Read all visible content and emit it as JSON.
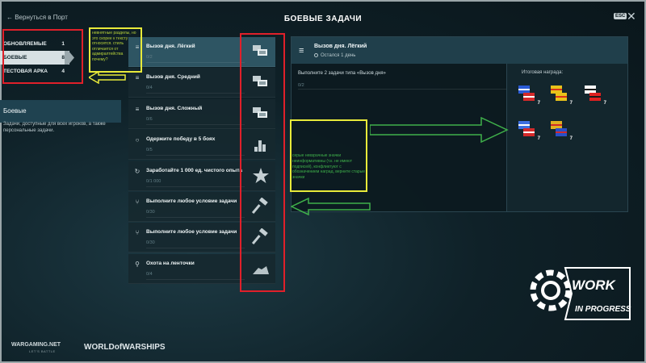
{
  "header": {
    "back_label": "← Вернуться в Порт",
    "title": "БОЕВЫЕ ЗАДАЧИ",
    "esc_label": "ESC",
    "close_icon": "close-icon"
  },
  "categories": [
    {
      "label": "ОБНОВЛЯЕМЫЕ",
      "count": "1",
      "active": false
    },
    {
      "label": "БОЕВЫЕ",
      "count": "8",
      "active": true
    },
    {
      "label": "ТЕСТОВАЯ АРКА",
      "count": "4",
      "active": false
    }
  ],
  "category_panel": {
    "title": "Боевые",
    "description": "Задачи, доступные для всех игроков, а также персональные задачи."
  },
  "tasks": [
    {
      "name": "Вызов дня. Лёгкий",
      "progress": "0/2",
      "icon": "menu-icon",
      "glyph": "≡",
      "reward": "flags-icon",
      "active": true
    },
    {
      "name": "Вызов дня. Средний",
      "progress": "0/4",
      "icon": "menu-icon",
      "glyph": "≡",
      "reward": "flags-icon",
      "active": false
    },
    {
      "name": "Вызов дня. Сложный",
      "progress": "0/6",
      "icon": "menu-icon",
      "glyph": "≡",
      "reward": "flags-icon",
      "active": false
    },
    {
      "name": "Одержите победу в 5 боях",
      "progress": "0/5",
      "icon": "circle-icon",
      "glyph": "○",
      "reward": "bars-icon",
      "active": false
    },
    {
      "name": "Заработайте 1 000 ед. чистого опыта",
      "progress": "0/1 000",
      "icon": "refresh-icon",
      "glyph": "↻",
      "reward": "star-icon",
      "active": false
    },
    {
      "name": "Выполните любое условие задачи",
      "progress": "0/30",
      "icon": "fork-icon",
      "glyph": "⑂",
      "reward": "hammer-icon",
      "active": false
    },
    {
      "name": "Выполните любое условие задачи",
      "progress": "0/30",
      "icon": "fork-icon",
      "glyph": "⑂",
      "reward": "hammer-icon",
      "active": false
    },
    {
      "name": "Охота на ленточки",
      "progress": "0/4",
      "icon": "link-icon",
      "glyph": "⚲",
      "reward": "ship-icon",
      "active": false
    }
  ],
  "detail": {
    "title": "Вызов дня. Лёгкий",
    "time_left": "Остался 1 день",
    "condition": "Выполните 2 задачи типа «Вызов дня»",
    "progress": "0/2",
    "reward_label": "Итоговая награда:",
    "rewards": [
      {
        "name": "signal-flag-1",
        "count": "7",
        "colors": [
          "#2a5bd6",
          "#ffffff",
          "#d42a2a"
        ]
      },
      {
        "name": "signal-flag-2",
        "count": "7",
        "colors": [
          "#e8c21a",
          "#d8321c",
          "#e8c21a"
        ]
      },
      {
        "name": "signal-flag-3",
        "count": "7",
        "colors": [
          "#ffffff",
          "#1a1a1a",
          "#e02020"
        ]
      },
      {
        "name": "signal-flag-4",
        "count": "7",
        "colors": [
          "#3c6fe0",
          "#ffffff",
          "#d42a2a"
        ]
      },
      {
        "name": "signal-flag-5",
        "count": "7",
        "colors": [
          "#e0b020",
          "#d02a2a",
          "#2a4fc8"
        ]
      }
    ]
  },
  "annotations": {
    "yellow_note": "невнятные разделы, но это скорее к тексту относится. стиль отличается от адмиралтейства почему?",
    "green_note": "серые невзрачные значки неинформативны (т.к. не имеют подписей), конфликтуют с обозначением наград, верните старые значки"
  },
  "footer": {
    "wargaming": "WARGAMING.NET",
    "wargaming_sub": "LET'S BATTLE",
    "wows": "WORLDofWARSHIPS",
    "wip_title": "WORK",
    "wip_sub": "IN PROGRESS"
  },
  "colors": {
    "accent": "#2e5563",
    "annotation_red": "#e0202a",
    "annotation_yellow": "#e8ea3a",
    "annotation_green": "#3fb04a"
  }
}
